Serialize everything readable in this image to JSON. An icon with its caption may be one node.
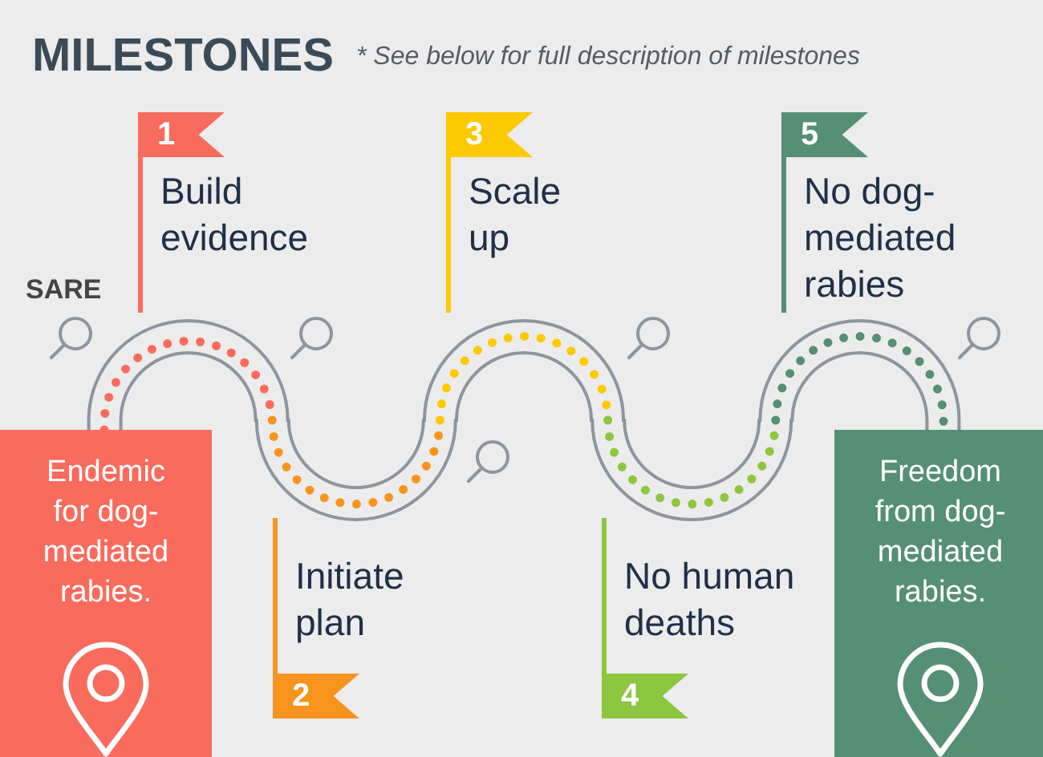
{
  "diagram": {
    "title": "MILESTONES",
    "caption": "* See below for full description of milestones",
    "nodes": [
      {
        "text": [
          "Endemic for dog-mediated rabies."
        ]
      },
      {
        "text": [
          "1",
          "Build evidence"
        ]
      },
      {
        "text": [
          "Initiate plan",
          "2"
        ]
      },
      {
        "text": [
          "3",
          "Scale up"
        ]
      },
      {
        "text": [
          "No human deaths",
          "4"
        ]
      },
      {
        "text": [
          "5",
          "No dog-mediated rabies"
        ]
      },
      {
        "text": [
          "Freedom from dog-mediated rabies."
        ]
      }
    ],
    "edges": [
      {
        "from": 0,
        "to": 6,
        "arrow": "none"
      }
    ],
    "labels": [
      "SARE"
    ]
  }
}
